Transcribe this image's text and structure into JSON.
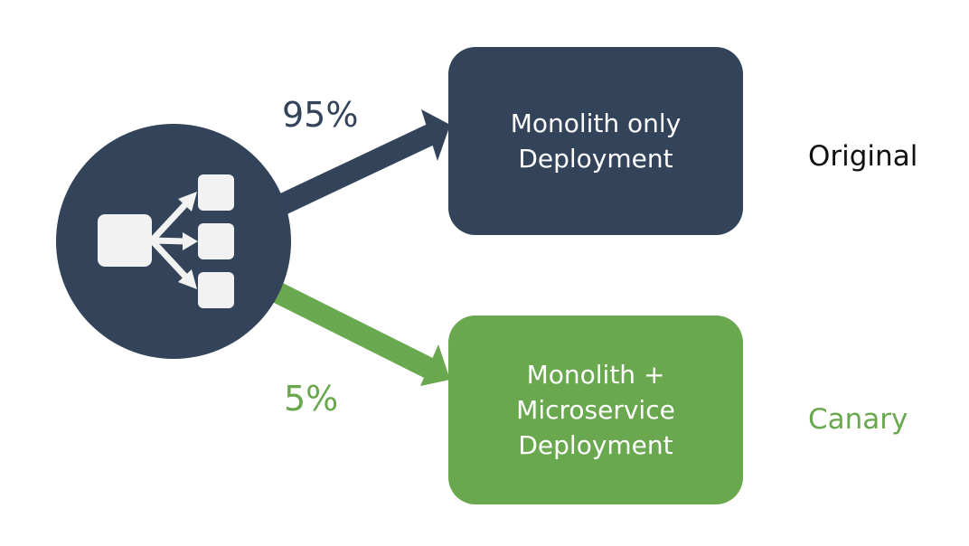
{
  "diagram": {
    "load_balancer": {
      "icon": "load-balancer-icon"
    },
    "routes": [
      {
        "percentage": "95%",
        "box_text": "Monolith only\nDeployment",
        "label": "Original",
        "color": "#32435a"
      },
      {
        "percentage": "5%",
        "box_text": "Monolith +\nMicroservice\nDeployment",
        "label": "Canary",
        "color": "#6aa84f"
      }
    ],
    "colors": {
      "navy": "#32435a",
      "green": "#6aa84f",
      "icon_fill": "#f2f2f2"
    }
  }
}
